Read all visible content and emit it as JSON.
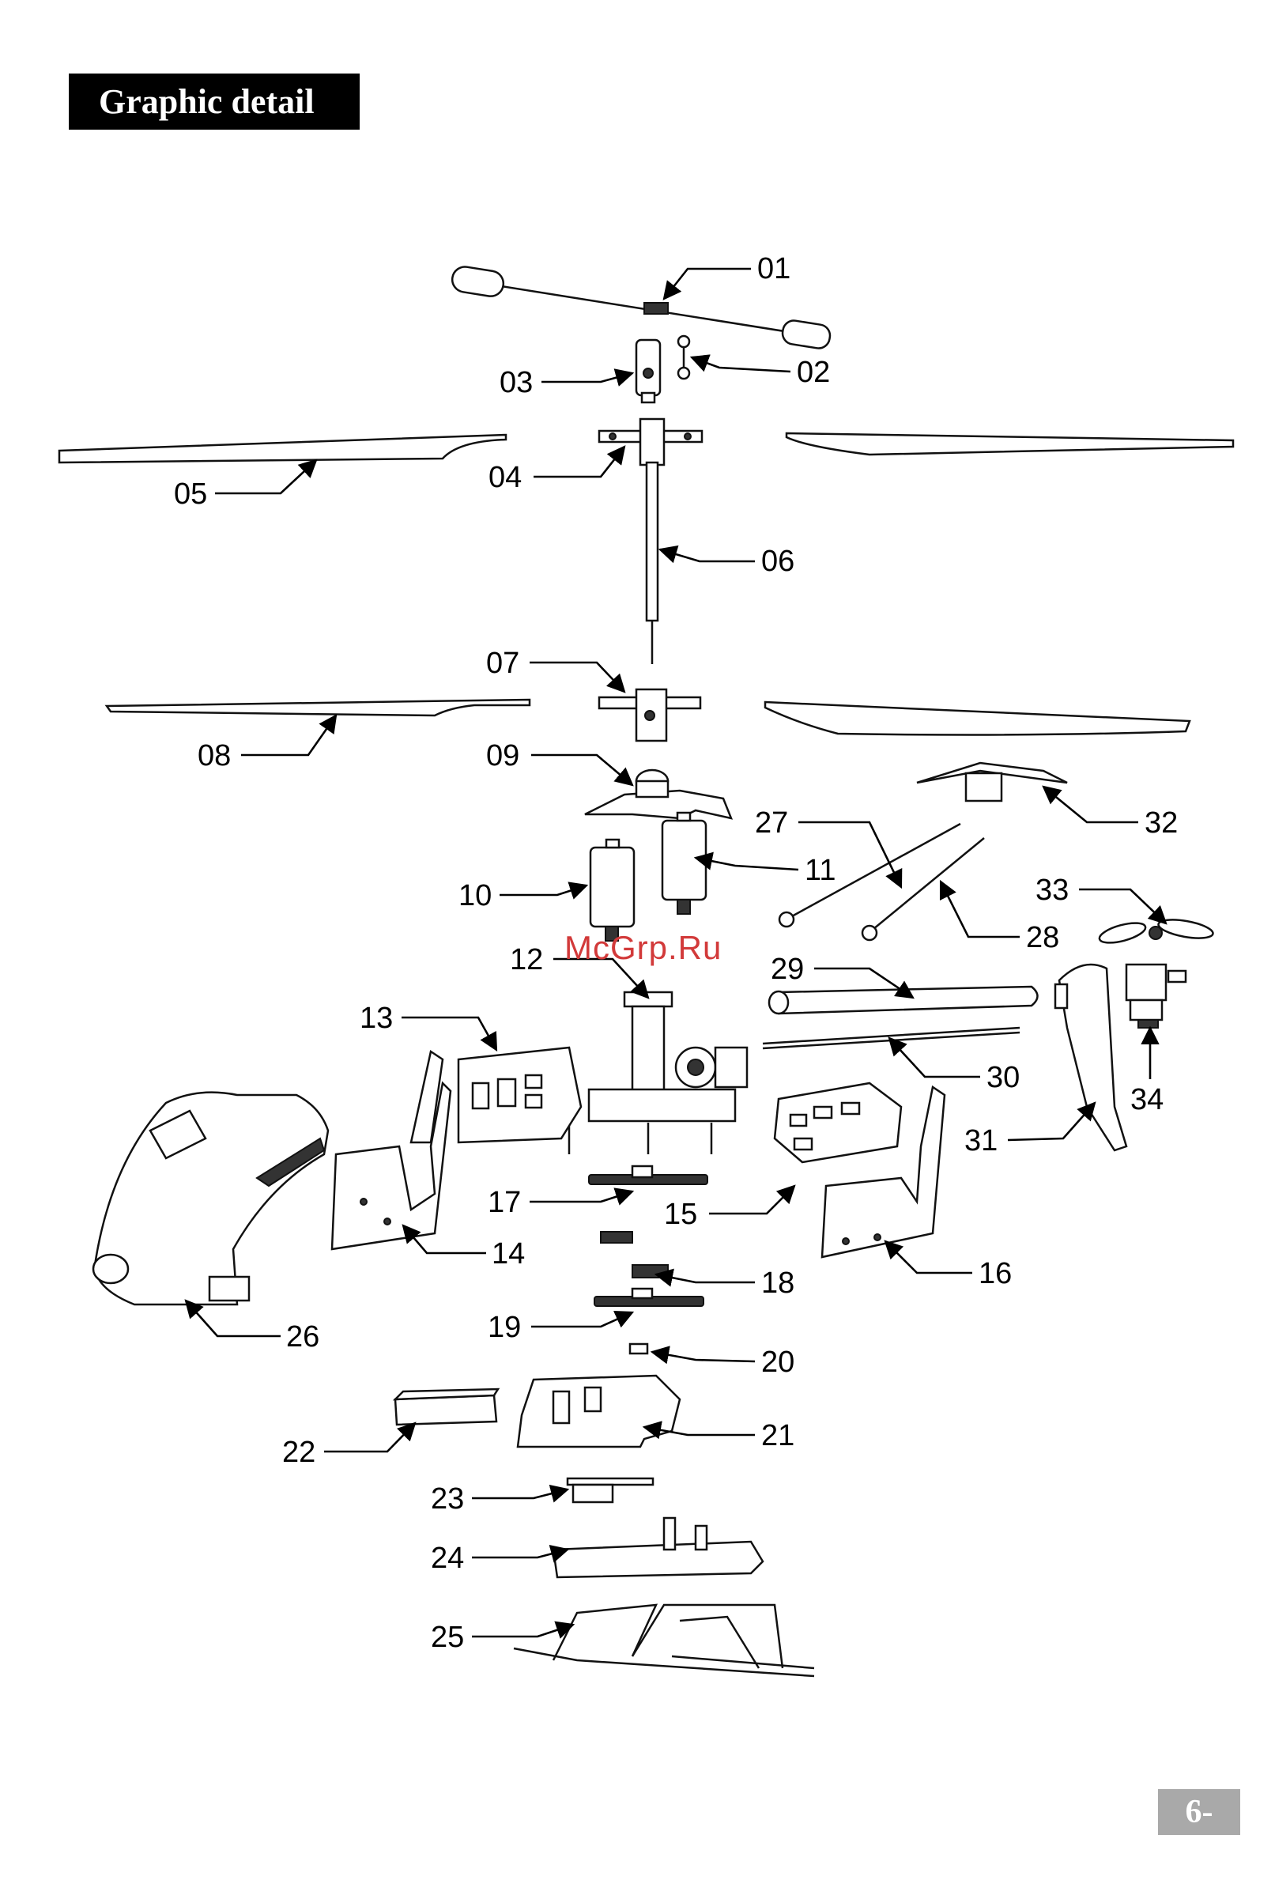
{
  "header": {
    "title": "Graphic detail"
  },
  "footer": {
    "page_number": "6-"
  },
  "watermark": "McGrp.Ru",
  "parts": [
    {
      "label": "01"
    },
    {
      "label": "02"
    },
    {
      "label": "03"
    },
    {
      "label": "04"
    },
    {
      "label": "05"
    },
    {
      "label": "06"
    },
    {
      "label": "07"
    },
    {
      "label": "08"
    },
    {
      "label": "09"
    },
    {
      "label": "10"
    },
    {
      "label": "11"
    },
    {
      "label": "12"
    },
    {
      "label": "13"
    },
    {
      "label": "14"
    },
    {
      "label": "15"
    },
    {
      "label": "16"
    },
    {
      "label": "17"
    },
    {
      "label": "18"
    },
    {
      "label": "19"
    },
    {
      "label": "20"
    },
    {
      "label": "21"
    },
    {
      "label": "22"
    },
    {
      "label": "23"
    },
    {
      "label": "24"
    },
    {
      "label": "25"
    },
    {
      "label": "26"
    },
    {
      "label": "27"
    },
    {
      "label": "28"
    },
    {
      "label": "29"
    },
    {
      "label": "30"
    },
    {
      "label": "31"
    },
    {
      "label": "32"
    },
    {
      "label": "33"
    },
    {
      "label": "34"
    }
  ]
}
